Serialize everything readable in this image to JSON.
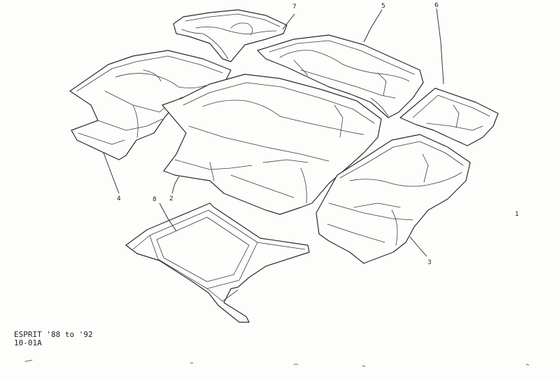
{
  "diagram": {
    "callouts": [
      {
        "id": "c1",
        "label": "1"
      },
      {
        "id": "c2",
        "label": "2"
      },
      {
        "id": "c3",
        "label": "3"
      },
      {
        "id": "c4",
        "label": "4"
      },
      {
        "id": "c5",
        "label": "5"
      },
      {
        "id": "c6",
        "label": "6"
      },
      {
        "id": "c7",
        "label": "7"
      },
      {
        "id": "c8",
        "label": "8"
      }
    ],
    "footer": {
      "model": "ESPRIT '88 to '92",
      "code": "10-01A"
    }
  }
}
